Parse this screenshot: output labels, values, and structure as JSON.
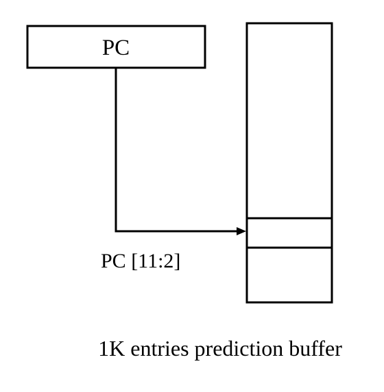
{
  "pc_register": {
    "label": "PC"
  },
  "index_label": "PC [11:2]",
  "buffer": {
    "caption": "1K entries prediction buffer"
  },
  "colors": {
    "stroke": "#000000",
    "background": "#ffffff"
  }
}
